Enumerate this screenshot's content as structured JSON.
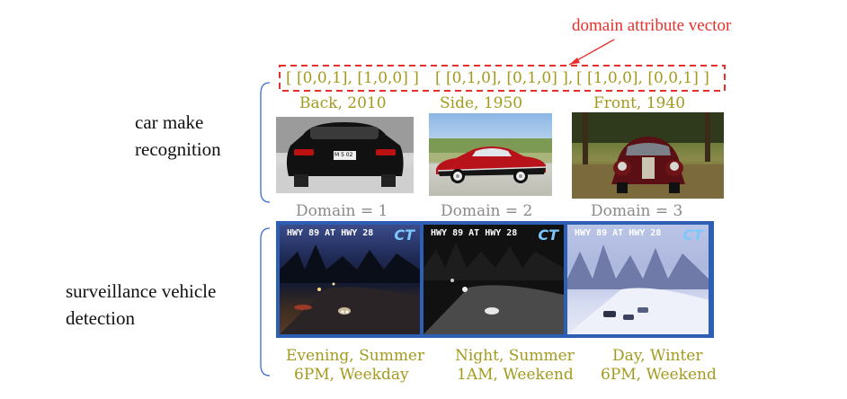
{
  "annotation": {
    "label": "domain attribute vector",
    "color": "#e8302a"
  },
  "vectors": [
    "[ [0,0,1], [1,0,0] ]",
    "[ [0,1,0], [0,1,0] ],",
    "[ [1,0,0], [0,0,1] ]"
  ],
  "car_row": {
    "label_line1": "car make",
    "label_line2": "recognition",
    "captions": [
      "Back, 2010",
      "Side, 1950",
      "Front, 1940"
    ],
    "domains": [
      "Domain = 1",
      "Domain = 2",
      "Domain = 3"
    ],
    "plate_text": "M 5 02"
  },
  "surveillance_row": {
    "label_line1": "surveillance vehicle",
    "label_line2": "detection",
    "cam_title": "HWY 89 AT HWY 28",
    "cam_logo": "CT",
    "captions_line1": [
      "Evening, Summer",
      "Night, Summer",
      "Day, Winter"
    ],
    "captions_line2": [
      "6PM, Weekday",
      "1AM, Weekend",
      "6PM, Weekend"
    ]
  },
  "colors": {
    "attr_text": "#a39a1e",
    "domain_text": "#8a8a8a",
    "bracket": "#3a6fd0",
    "panel_border": "#2d5fb5"
  }
}
